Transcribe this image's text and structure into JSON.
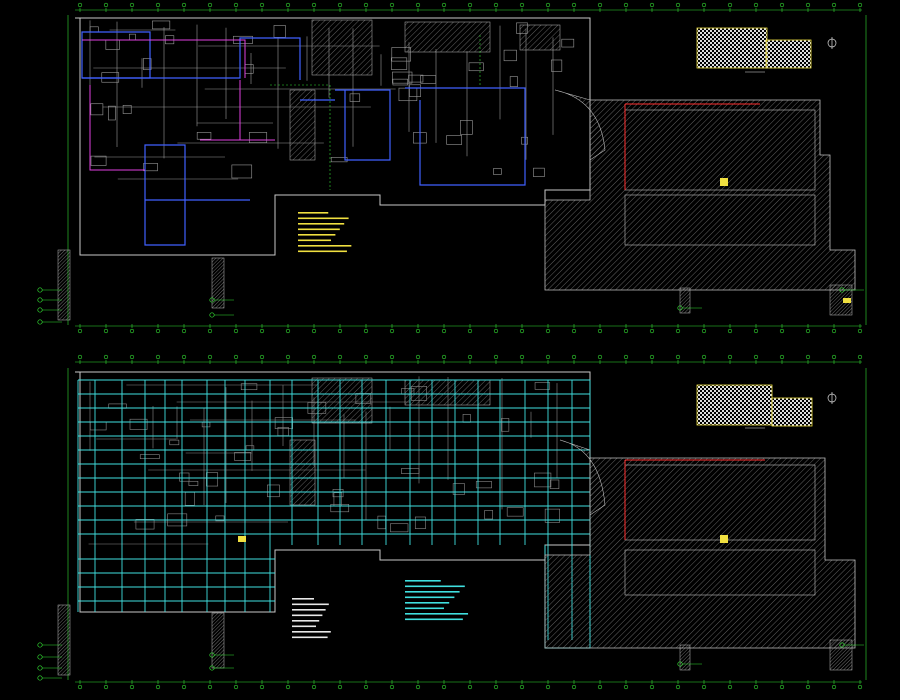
{
  "drawing": {
    "title": "",
    "background": "#000000",
    "colors": {
      "wall": "#c8c8c8",
      "grid_axis": "#ffffff",
      "axis_bubble": "#33dd33",
      "dim_tick": "#33dd33",
      "hatch": "#7a7a7a",
      "blue_line": "#4060ff",
      "magenta_line": "#e040e0",
      "cyan_line": "#40e0e0",
      "yellow_note": "#f0e040",
      "red_line": "#ff3030",
      "white_note": "#e8e8e8"
    },
    "icons": [
      "north-arrow-icon",
      "axis-bubble-icon"
    ],
    "plans": [
      {
        "name": "upper-floor-plan",
        "overlay": "blue-magenta-partition-lines",
        "notes_color": "yellow",
        "caption": ""
      },
      {
        "name": "lower-floor-plan",
        "overlay": "cyan-ceiling-grid",
        "notes_color": "cyan-white",
        "caption": ""
      }
    ]
  }
}
